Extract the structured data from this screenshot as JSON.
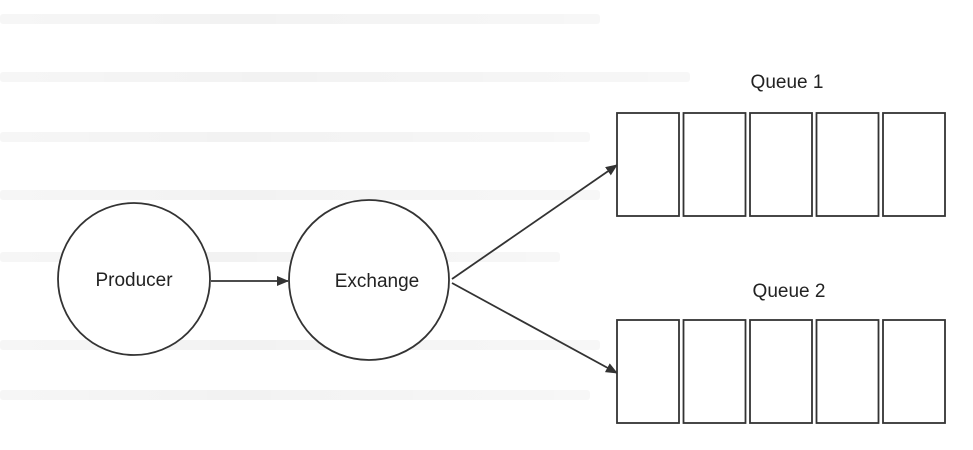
{
  "diagram": {
    "nodes": {
      "producer": {
        "label": "Producer"
      },
      "exchange": {
        "label": "Exchange"
      }
    },
    "queues": [
      {
        "label": "Queue 1",
        "slots": 5
      },
      {
        "label": "Queue 2",
        "slots": 5
      }
    ],
    "edges": [
      {
        "from": "producer",
        "to": "exchange"
      },
      {
        "from": "exchange",
        "to": "queue-1"
      },
      {
        "from": "exchange",
        "to": "queue-2"
      }
    ],
    "colors": {
      "stroke": "#333333",
      "text": "#222222",
      "background": "#ffffff"
    }
  }
}
